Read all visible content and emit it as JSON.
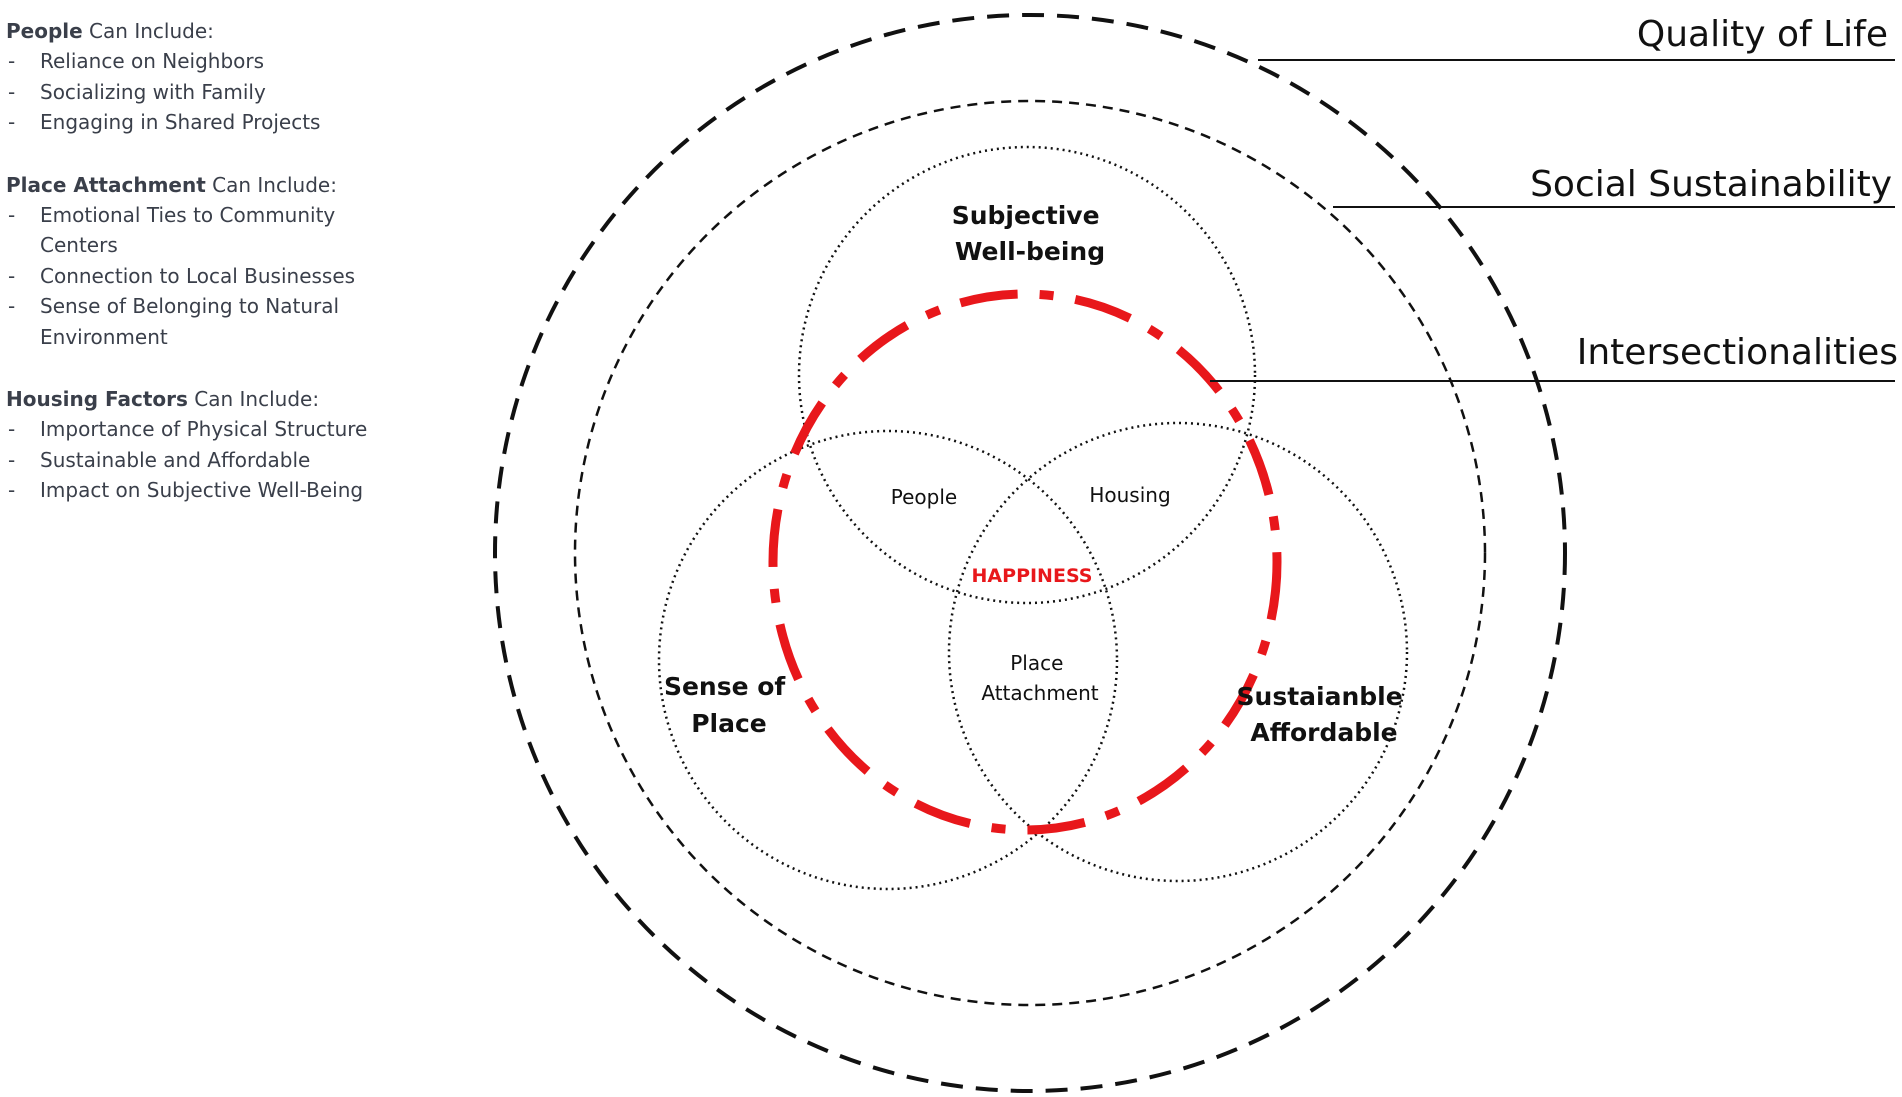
{
  "side_panel": {
    "groups": [
      {
        "heading_strong": "People",
        "heading_rest": " Can Include:",
        "items": [
          "Reliance on Neighbors",
          "Socializing with Family",
          "Engaging in Shared Projects"
        ]
      },
      {
        "heading_strong": "Place Attachment",
        "heading_rest": " Can Include:",
        "items": [
          "Emotional Ties to Community Centers",
          "Connection to Local Businesses",
          "Sense of Belonging to Natural Environment"
        ]
      },
      {
        "heading_strong": "Housing Factors",
        "heading_rest": " Can Include:",
        "items": [
          "Importance of Physical Structure",
          "Sustainable and Affordable",
          "Impact on Subjective Well-Being"
        ]
      }
    ]
  },
  "diagram": {
    "rings": {
      "quality_of_life": "Quality of Life",
      "social_sustainability": "Social Sustainability",
      "intersectionalities": "Intersectionalities"
    },
    "circles": {
      "subjective_wellbeing": [
        "Subjective",
        "Well-being"
      ],
      "sense_of_place": [
        "Sense of",
        "Place"
      ],
      "sustainable_affordable": [
        "Sustaianble",
        "Affordable"
      ]
    },
    "overlaps": {
      "people": "People",
      "housing": "Housing",
      "place_attachment": [
        "Place",
        "Attachment"
      ],
      "center": "HAPPINESS"
    },
    "colors": {
      "outline": "#111111",
      "accent": "#e8171b",
      "side_text": "#3a3f4a"
    }
  }
}
